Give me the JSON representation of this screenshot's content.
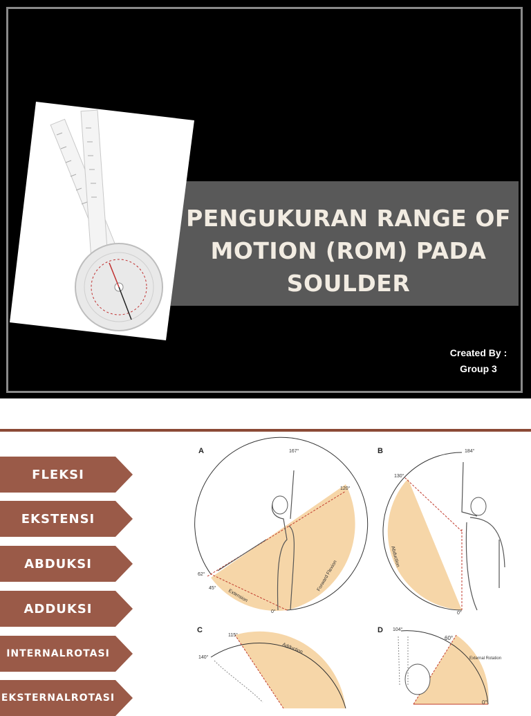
{
  "slide1": {
    "title_line1": "PENGUKURAN RANGE OF",
    "title_line2": "MOTION (ROM) PADA",
    "title_line3": "SOULDER",
    "created_label": "Created By :",
    "created_group": "Group 3",
    "colors": {
      "background": "#000000",
      "band": "#595959",
      "title_text": "#f2ece2"
    }
  },
  "slide2": {
    "menu": [
      {
        "label": "FLEKSI"
      },
      {
        "label": "EKSTENSI"
      },
      {
        "label": "ABDUKSI"
      },
      {
        "label": "ADDUKSI"
      },
      {
        "label_line1": "INTERNAL",
        "label_line2": "ROTASI"
      },
      {
        "label_line1": "EKSTERNAL",
        "label_line2": "ROTASI"
      }
    ],
    "colors": {
      "accent": "#9a5a48",
      "rule": "#8b4a36",
      "sector": "#f6d6a8"
    },
    "panels": {
      "a": {
        "letter": "A",
        "labels": [
          "167°",
          "120°",
          "62°",
          "45°",
          "0°",
          "Extension",
          "Forward Flexion"
        ]
      },
      "b": {
        "letter": "B",
        "labels": [
          "184°",
          "130°",
          "0°",
          "Abduction"
        ]
      },
      "c": {
        "letter": "C",
        "labels": [
          "115°",
          "140°",
          "Adduction"
        ]
      },
      "d": {
        "letter": "D",
        "labels": [
          "104°",
          "60°",
          "0°",
          "External Rotation"
        ]
      }
    }
  }
}
